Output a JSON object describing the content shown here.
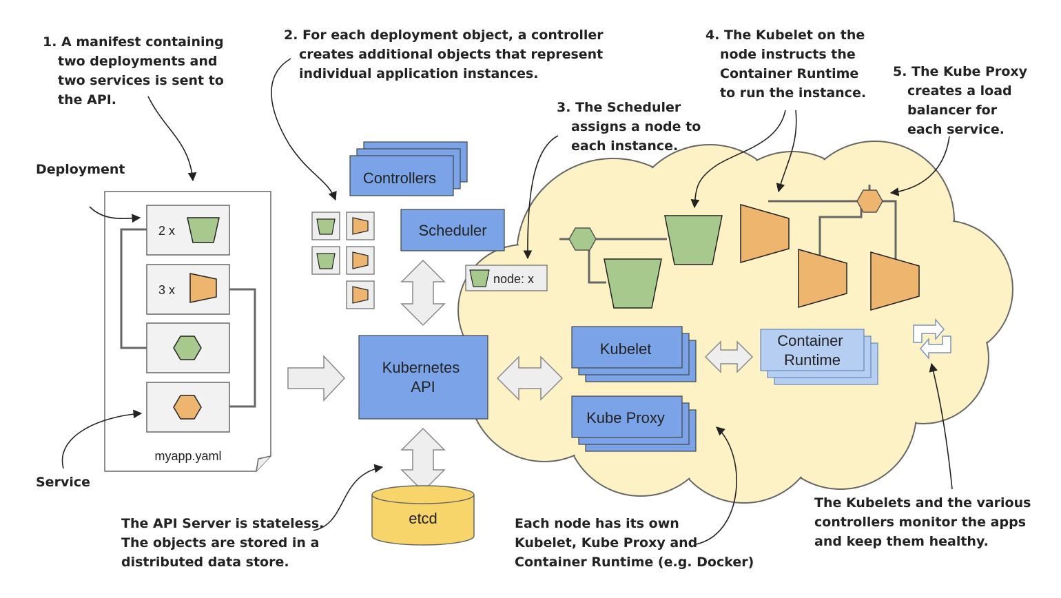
{
  "annotations": {
    "step1": [
      "1. A manifest containing",
      "two deployments and",
      "two services is sent to",
      "the API."
    ],
    "step2": [
      "2. For each deployment object, a controller",
      "creates additional objects that represent",
      "individual application instances."
    ],
    "step3": [
      "3. The Scheduler",
      "assigns a node to",
      "each instance."
    ],
    "step4": [
      "4. The Kubelet on the",
      "node instructs the",
      "Container Runtime",
      "to run the instance."
    ],
    "step5": [
      "5. The Kube Proxy",
      "creates a load",
      "balancer for",
      "each service."
    ],
    "deployment_label": "Deployment",
    "service_label": "Service",
    "api_note": [
      "The API Server is stateless.",
      "The objects are stored in a",
      "distributed data store."
    ],
    "node_note": [
      "Each node has its own",
      "Kubelet, Kube Proxy and",
      "Container Runtime (e.g. Docker)"
    ],
    "kubelet_note": [
      "The Kubelets and the various",
      "controllers monitor the apps",
      "and keep them healthy."
    ]
  },
  "manifest": {
    "filename": "myapp.yaml",
    "deployment1_count": "2 x",
    "deployment2_count": "3 x"
  },
  "components": {
    "controllers": "Controllers",
    "scheduler": "Scheduler",
    "api": [
      "Kubernetes",
      "API"
    ],
    "etcd": "etcd",
    "kubelet": "Kubelet",
    "kube_proxy": "Kube Proxy",
    "container_runtime": [
      "Container",
      "Runtime"
    ],
    "node_tag": "node: x"
  },
  "colors": {
    "blue_component": "#7ba4e8",
    "light_blue_component": "#b6cef2",
    "cloud": "#fdf1c6",
    "green_shape": "#a7c98d",
    "orange_shape": "#eeb56f",
    "etcd": "#f7d56a"
  }
}
